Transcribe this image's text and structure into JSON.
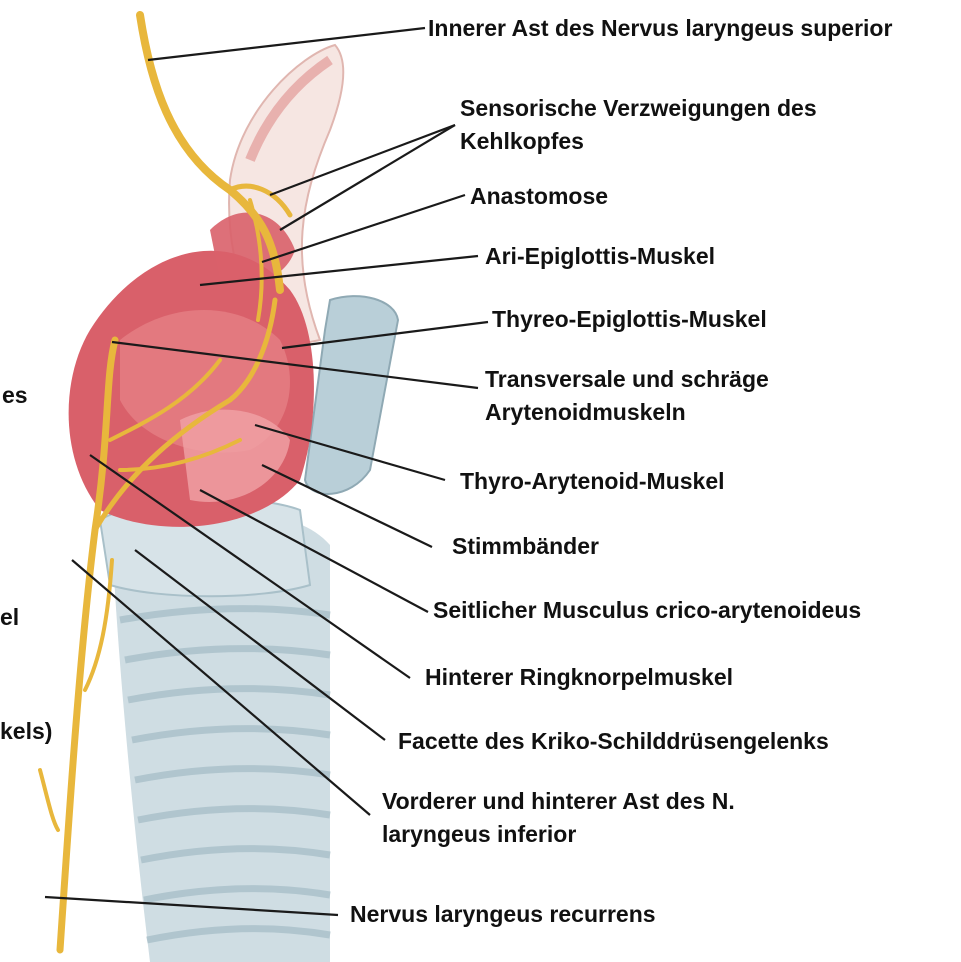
{
  "colors": {
    "nerve": "#e8b73c",
    "nerve_dark": "#c9961e",
    "muscle": "#d9606a",
    "muscle_light": "#f0a3a6",
    "cartilage": "#cfdde3",
    "cartilage_shade": "#a9c0c9",
    "epiglottis": "#f6e6e2",
    "leader": "#1a1a1a"
  },
  "labels": {
    "inner_branch_sln": "Innerer Ast des Nervus laryngeus superior",
    "sensory_branches_line1": "Sensorische Verzweigungen des",
    "sensory_branches_line2": "Kehlkopfes",
    "anastomosis": "Anastomose",
    "ari_epiglottis": "Ari-Epiglottis-Muskel",
    "thyreo_epiglottis": "Thyreo-Epiglottis-Muskel",
    "arytenoid_line1": "Transversale und schräge",
    "arytenoid_line2": "Arytenoidmuskeln",
    "thyro_arytenoid": "Thyro-Arytenoid-Muskel",
    "vocal_cords": "Stimmbänder",
    "lateral_cricoarytenoid": "Seitlicher Musculus crico-arytenoideus",
    "posterior_cricoarytenoid": "Hinterer Ringknorpelmuskel",
    "cricothyroid_facet": "Facette des Kriko-Schilddrüsengelenks",
    "inferior_branches_line1": "Vorderer und hinterer Ast des N.",
    "inferior_branches_line2": "laryngeus inferior",
    "recurrent_nerve": "Nervus laryngeus recurrens"
  },
  "cut_off_left": [
    "es",
    "el",
    "kels)"
  ]
}
